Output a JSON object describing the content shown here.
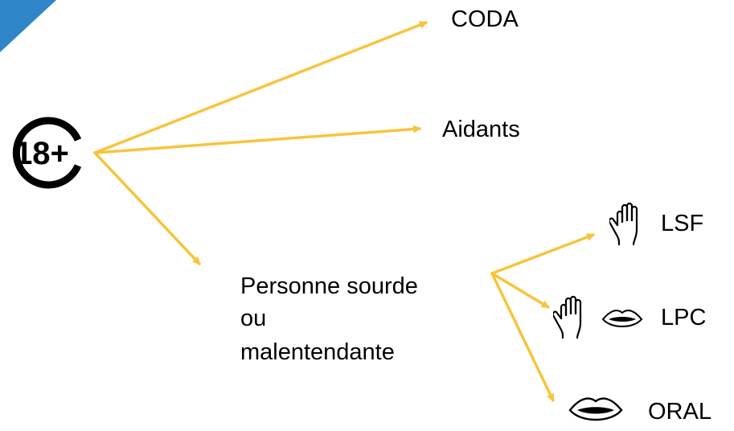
{
  "colors": {
    "arrow": "#F7C43C",
    "corner": "#2E86C9",
    "text": "#000000"
  },
  "root": {
    "badge_text": "18+",
    "icon": "age-18-plus-icon"
  },
  "branches": {
    "coda": "CODA",
    "aidants": "Aidants",
    "personne": {
      "line1": "Personne sourde",
      "line2": "ou",
      "line3": "malentendante"
    }
  },
  "modes": {
    "lsf": {
      "label": "LSF",
      "icons": [
        "hand-icon"
      ]
    },
    "lpc": {
      "label": "LPC",
      "icons": [
        "hand-icon",
        "lips-icon"
      ]
    },
    "oral": {
      "label": "ORAL",
      "icons": [
        "lips-icon"
      ]
    }
  }
}
